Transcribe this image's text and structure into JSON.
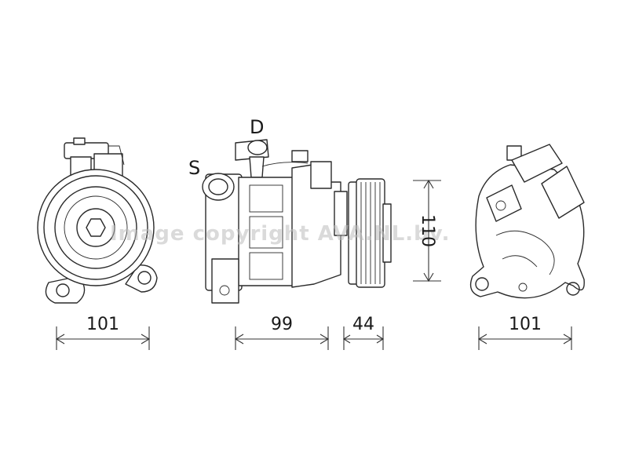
{
  "labels": {
    "port_discharge": "D",
    "port_suction": "S"
  },
  "dimensions": {
    "front_width": "101",
    "body_length": "99",
    "pulley_length": "44",
    "height": "110",
    "rear_width": "101"
  },
  "watermark": "Image copyright AVA.NL.bv.",
  "colors": {
    "line": "#2a2a2a",
    "background": "#ffffff",
    "watermark": "#bdbdbd"
  }
}
